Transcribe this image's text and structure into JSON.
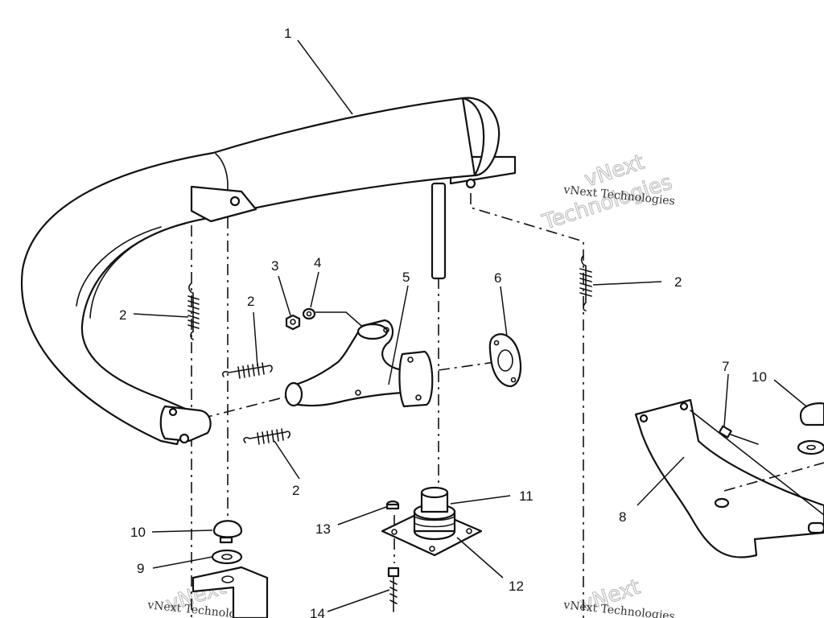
{
  "callouts": [
    {
      "id": "c1",
      "text": "1"
    },
    {
      "id": "c2a",
      "text": "2"
    },
    {
      "id": "c2b",
      "text": "2"
    },
    {
      "id": "c2c",
      "text": "2"
    },
    {
      "id": "c2d",
      "text": "2"
    },
    {
      "id": "c3",
      "text": "3"
    },
    {
      "id": "c4",
      "text": "4"
    },
    {
      "id": "c5",
      "text": "5"
    },
    {
      "id": "c6",
      "text": "6"
    },
    {
      "id": "c7",
      "text": "7"
    },
    {
      "id": "c8",
      "text": "8"
    },
    {
      "id": "c9",
      "text": "9"
    },
    {
      "id": "c10a",
      "text": "10"
    },
    {
      "id": "c10b",
      "text": "10"
    },
    {
      "id": "c11",
      "text": "11"
    },
    {
      "id": "c12",
      "text": "12"
    },
    {
      "id": "c13",
      "text": "13"
    },
    {
      "id": "c14",
      "text": "14"
    }
  ],
  "watermark": {
    "line1": "vNext Technologies",
    "line2a": "vNext",
    "line2b": "Technologies"
  }
}
